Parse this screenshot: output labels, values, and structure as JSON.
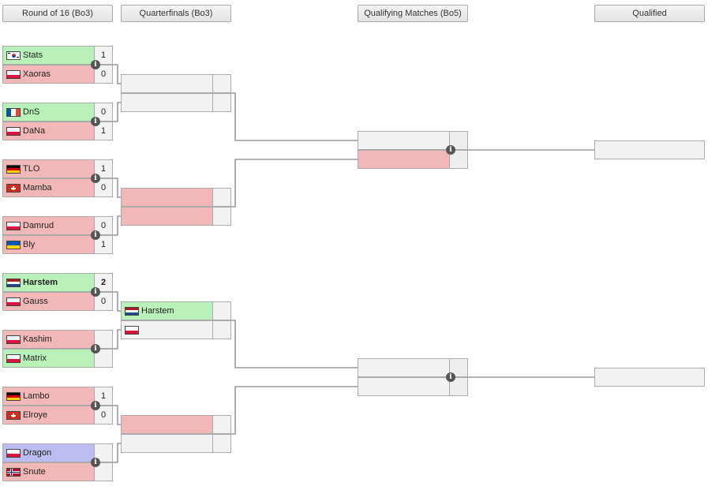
{
  "headers": [
    "Round of 16 (Bo3)",
    "Quarterfinals (Bo3)",
    "Qualifying Matches (Bo5)",
    "Qualified"
  ],
  "round16": [
    {
      "name": "Stats",
      "score": "1",
      "flag": "kr",
      "state": "win"
    },
    {
      "name": "Xaoras",
      "score": "0",
      "flag": "pl",
      "state": "lose"
    },
    {
      "name": "DnS",
      "score": "0",
      "flag": "fr",
      "state": "win"
    },
    {
      "name": "DaNa",
      "score": "1",
      "flag": "pl",
      "state": "lose"
    },
    {
      "name": "TLO",
      "score": "1",
      "flag": "de",
      "state": "lose"
    },
    {
      "name": "Mamba",
      "score": "0",
      "flag": "ch",
      "state": "lose"
    },
    {
      "name": "Damrud",
      "score": "0",
      "flag": "pl",
      "state": "lose"
    },
    {
      "name": "Bly",
      "score": "1",
      "flag": "ua",
      "state": "lose"
    },
    {
      "name": "Harstem",
      "score": "2",
      "flag": "nl",
      "state": "win",
      "bold": true
    },
    {
      "name": "Gauss",
      "score": "0",
      "flag": "pl",
      "state": "lose"
    },
    {
      "name": "Kashim",
      "score": "",
      "flag": "pl",
      "state": "lose"
    },
    {
      "name": "Matrix",
      "score": "",
      "flag": "pl",
      "state": "win"
    },
    {
      "name": "Lambo",
      "score": "1",
      "flag": "de",
      "state": "lose"
    },
    {
      "name": "Elroye",
      "score": "0",
      "flag": "ch",
      "state": "lose"
    },
    {
      "name": "Dragon",
      "score": "",
      "flag": "pl",
      "state": "blue"
    },
    {
      "name": "Snute",
      "score": "",
      "flag": "no",
      "state": "lose"
    }
  ],
  "quarterfinals": [
    {
      "name": "",
      "flag": "",
      "state": "empty"
    },
    {
      "name": "",
      "flag": "",
      "state": "empty"
    },
    {
      "name": "",
      "flag": "",
      "state": "lose"
    },
    {
      "name": "",
      "flag": "",
      "state": "lose"
    },
    {
      "name": "Harstem",
      "flag": "nl",
      "state": "win"
    },
    {
      "name": "",
      "flag": "pl",
      "state": "empty"
    },
    {
      "name": "",
      "flag": "",
      "state": "lose"
    },
    {
      "name": "",
      "flag": "",
      "state": "empty"
    }
  ],
  "qualifying": [
    {
      "state": "empty"
    },
    {
      "state": "lose"
    },
    {
      "state": "empty"
    },
    {
      "state": "empty"
    }
  ],
  "qualified": [
    {
      "state": "empty"
    },
    {
      "state": "empty"
    }
  ],
  "info_icon_glyph": "i",
  "colors": {
    "win": "#b9f1b9",
    "lose": "#f2b8b8",
    "blue": "#bcbcf2",
    "empty": "#f2f2f2",
    "border": "#aaaaaa",
    "line": "#999999"
  }
}
